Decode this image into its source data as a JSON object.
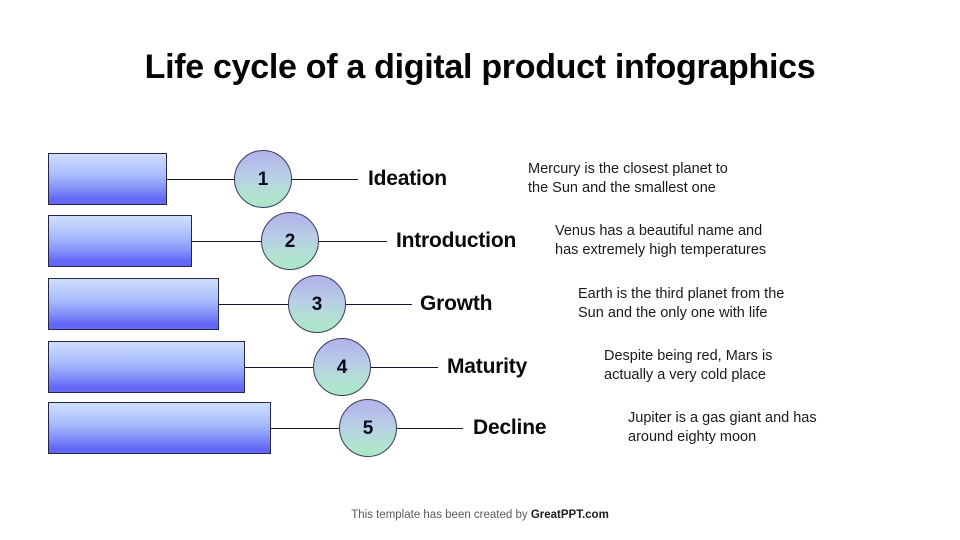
{
  "title": "Life cycle of a digital product infographics",
  "colors": {
    "bar_top": "#cfdefd",
    "bar_bottom": "#6366f6",
    "circle_top": "#b0b3e8",
    "circle_bottom": "#abe7c9",
    "outline": "#26264a",
    "text": "#0a0a0a",
    "footer_text": "#5a5a5a",
    "background": "#ffffff"
  },
  "stages": [
    {
      "number": "1",
      "label": "Ideation",
      "description_line1": "Mercury is the closest planet to",
      "description_line2": "the Sun and the smallest one"
    },
    {
      "number": "2",
      "label": "Introduction",
      "description_line1": "Venus has a beautiful name and",
      "description_line2": "has extremely high temperatures"
    },
    {
      "number": "3",
      "label": "Growth",
      "description_line1": "Earth is the third planet from the",
      "description_line2": "Sun and the only one with life"
    },
    {
      "number": "4",
      "label": "Maturity",
      "description_line1": "Despite being red, Mars is",
      "description_line2": "actually a very cold place"
    },
    {
      "number": "5",
      "label": "Decline",
      "description_line1": "Jupiter is a gas giant and has",
      "description_line2": "around eighty moon"
    }
  ],
  "footer": {
    "text": "This template has been created by ",
    "brand": "GreatPPT.com"
  }
}
